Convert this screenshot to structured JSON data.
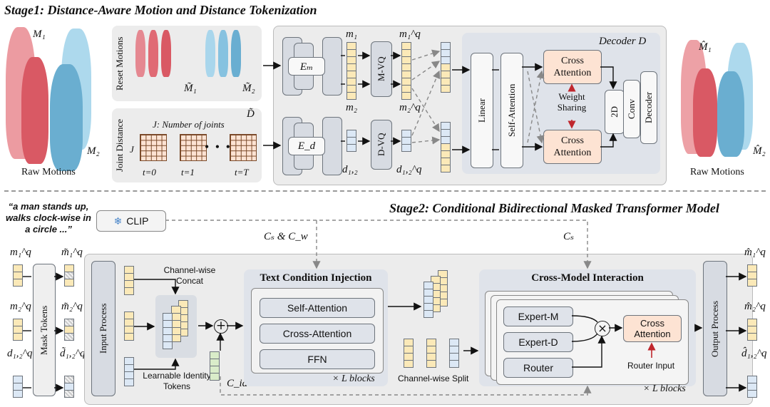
{
  "stage1": {
    "title": "Stage1: Distance-Aware Motion and Distance Tokenization",
    "m1": "M₁",
    "m2": "M₂",
    "raw_left": "Raw Motions",
    "raw_right": "Raw Motions",
    "m1_hat": "M̂₁",
    "m2_hat": "M̂₂",
    "reset_motions": "Reset Motions",
    "m1_tilde": "M̃₁",
    "m2_tilde": "M̃₂",
    "joint_distance": "Joint Distance",
    "d_tilde": "D̃",
    "num_joints": "J: Number of joints",
    "j": "J",
    "t0": "t=0",
    "t1": "t=1",
    "tT": "t=T",
    "enc_m": "Eₘ",
    "enc_d": "E_d",
    "m_1": "m₁",
    "m_2": "m₂",
    "d_12": "d₁,₂",
    "mvq": "M-VQ",
    "dvq": "D-VQ",
    "m1q": "m₁^q",
    "m2q": "m₂^q",
    "d12q": "d₁,₂^q",
    "decoder_title": "Decoder D",
    "linear": "Linear",
    "self_attention": "Self-Attention",
    "cross_attention_top": "Cross Attention",
    "cross_attention_bottom": "Cross Attention",
    "weight_sharing": "Weight Sharing",
    "twod": "2D",
    "conv": "Conv",
    "decoder": "Decoder"
  },
  "stage2": {
    "title": "Stage2: Conditional Bidirectional Masked Transformer Model",
    "prompt": "“a man stands up, walks clock-wise in a circle ...”",
    "clip": "CLIP",
    "cond_left": "Cₛ & C_w",
    "cond_right": "Cₛ",
    "m1q": "m₁^q",
    "m2q": "m₂^q",
    "d12q": "d₁,₂^q",
    "m1q_tilde": "m̃₁^q",
    "m2q_tilde": "m̃₂^q",
    "d12q_tilde": "d̃₁,₂^q",
    "mask_tokens": "Mask Tokens",
    "input_process": "Input Process",
    "channel_concat": "Channel-wise Concat",
    "learnable": "Learnable Identity Tokens",
    "cid": "C_id",
    "tci_title": "Text Condition Injection",
    "self_attention": "Self-Attention",
    "cross_attention": "Cross-Attention",
    "ffn": "FFN",
    "blocks_left": "× L blocks",
    "channel_split": "Channel-wise Split",
    "cmi_title": "Cross-Model Interaction",
    "expert_m": "Expert-M",
    "expert_d": "Expert-D",
    "router": "Router",
    "cross_attention2": "Cross Attention",
    "router_input": "Router Input",
    "blocks_right": "× L blocks",
    "output_process": "Output Process",
    "m1q_hat": "m̂₁^q",
    "m2q_hat": "m̂₂^q",
    "d12q_hat": "d̂₁,₂^q"
  },
  "colors": {
    "token_yellow": "#fbe9b8",
    "token_blue": "#dce8f5",
    "token_green": "#d9ecc9",
    "peach": "#fde3d3",
    "red_figure": "#e0606a",
    "blue_figure": "#6fb6d8"
  }
}
